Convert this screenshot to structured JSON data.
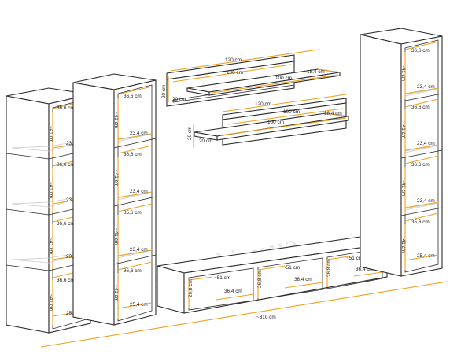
{
  "colors": {
    "outline": "#2a2a2a",
    "dimension": "#f0a020",
    "watermark": "#e6e6e6"
  },
  "watermark": "gerbor kiev.ua",
  "dimensions": {
    "cab_width": "36,6 cm",
    "cab_depth": "23,4 cm",
    "cab_bottom_depth": "25,4 cm",
    "cab_height": "~41 cm",
    "cab_depth_alt": "35,6 cm",
    "shelf_length": "120 cm",
    "shelf_inner": "100 cm",
    "shelf_depth": "18,4 cm",
    "shelf_height": "20 cm",
    "shelf_side": "20 cm",
    "tv_comp_width": "~51 cm",
    "tv_comp_height": "26,8 cm",
    "tv_comp_depth": "36,4 cm",
    "total_width": "~310 cm"
  }
}
